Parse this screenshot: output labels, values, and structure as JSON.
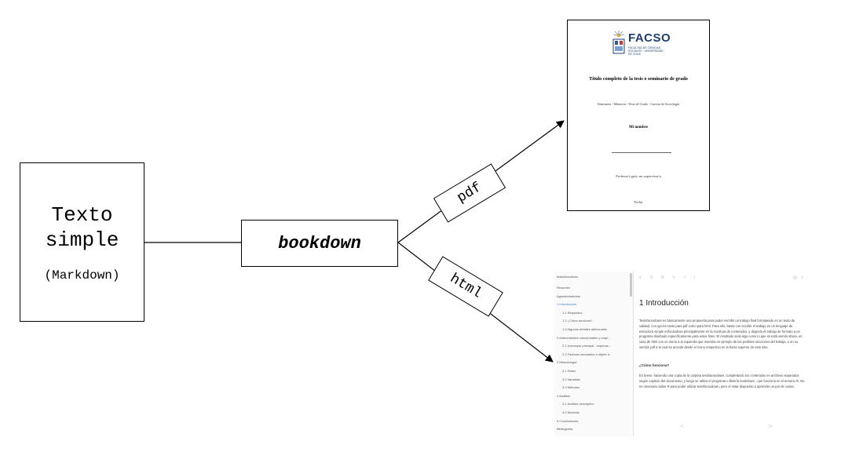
{
  "source_box": {
    "line1": "Texto",
    "line2": "simple",
    "line3": "(Markdown)"
  },
  "processor": {
    "label": "bookdown"
  },
  "outputs": {
    "pdf_label": "pdf",
    "html_label": "html"
  },
  "pdf_preview": {
    "logo_text": "FACSO",
    "logo_sub": "FACULTAD DE CIENCIAS SOCIALES · UNIVERSIDAD DE CHILE",
    "title": "Título completo de la tesis o seminario de grado",
    "subtitle": "Seminario / Memoria / Tesis de Grado - Carrera de Sociología",
    "author": "Mi nombre",
    "professor": "Profesor/a guía: mi supervisor/a",
    "date": "Fecha"
  },
  "html_preview": {
    "sidebar_items": [
      {
        "text": "tesisfacsodown",
        "level": 0
      },
      {
        "text": "Resumen",
        "level": 0
      },
      {
        "text": "Agradecimientos",
        "level": 0
      },
      {
        "text": "1 Introducción",
        "level": 0,
        "active": true
      },
      {
        "text": "1.1 Requisitos",
        "level": 1
      },
      {
        "text": "1.2 ¿Cómo funciona?",
        "level": 1
      },
      {
        "text": "1.3 Algunos detalles adicionales",
        "level": 1
      },
      {
        "text": "2 Antecedentes conceptuales y empí...",
        "level": 0
      },
      {
        "text": "2.1 (concepto principal - explorac...",
        "level": 1
      },
      {
        "text": "2.2 Factores asociados a objeto d...",
        "level": 1
      },
      {
        "text": "3 Metodología",
        "level": 0
      },
      {
        "text": "3.1 Datos",
        "level": 1
      },
      {
        "text": "3.2 Variables",
        "level": 1
      },
      {
        "text": "3.3 Métodos",
        "level": 1
      },
      {
        "text": "4 Análisis",
        "level": 0
      },
      {
        "text": "4.1 Análisis descriptivo",
        "level": 1
      },
      {
        "text": "4.2 Modelos",
        "level": 1
      },
      {
        "text": "5 Conclusiones",
        "level": 0
      },
      {
        "text": "Bibliografía",
        "level": 0
      }
    ],
    "toolbar_icons": [
      "menu-icon",
      "search-icon",
      "font-icon",
      "edit-icon",
      "share-icon",
      "info-icon"
    ],
    "chapter_title": "1  Introducción",
    "paragraph1": "Tesisfacsodown es básicamente una propuesta para poder escribir un trabajo final formateado en un texto de calidad, con opción tanto para pdf como para html. Para ello, basta con escribir el trabajo en un lenguaje de estructura simple enfocándose principalmente en la escritura de contenidos, y dejando el trabajo de formato a un programa diseñado específicamente para estos fines. El resultado será algo como lo que se está viendo ahora, en caso de html con un menú a la izquierda que muestra un ejemplo de las posibles secciones del trabajo, o en su versión pdf a la cual se accede desde el ícono respectivo en la barra superior de este sitio.",
    "section_title": "¿Cómo funciona?",
    "paragraph2": "En breve: haciendo una copia de la carpeta tesisfacsodown, completando los contenidos en archivos separados según capítulo del documento, y luego se utiliza el programa o librería bookdown , que funciona en el entorno R. No es necesario saber R para poder utilizar tesisfacsodown, pero sí estar dispuesto a aprender un par de cosas."
  },
  "colors": {
    "accent_blue": "#3a7ec7",
    "logo_navy": "#1f3f73"
  }
}
